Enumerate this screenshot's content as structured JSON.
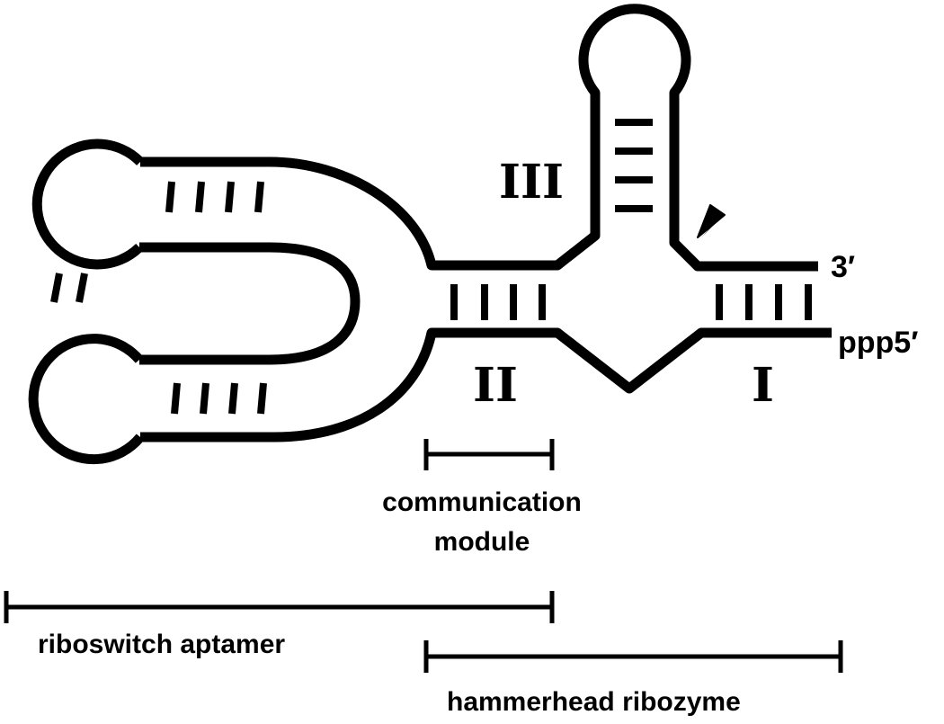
{
  "stems": {
    "stem_I": "I",
    "stem_II": "II",
    "stem_III": "III"
  },
  "ends": {
    "three_prime": "3′",
    "five_prime": "ppp5′"
  },
  "regions": {
    "communication_module_line1": "communication",
    "communication_module_line2": "module",
    "riboswitch_aptamer": "riboswitch aptamer",
    "hammerhead_ribozyme": "hammerhead ribozyme"
  },
  "icons": {
    "cleavage_site": "cleavage-arrowhead-icon"
  }
}
